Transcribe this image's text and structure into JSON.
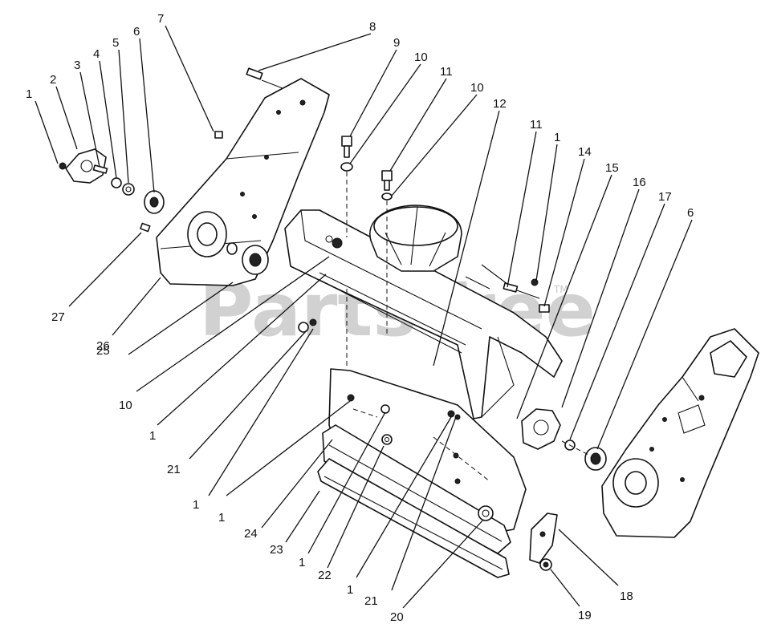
{
  "watermark": {
    "text": "PartsTree",
    "trademark": "TM"
  },
  "callouts": [
    {
      "id": "c1a",
      "label": "1"
    },
    {
      "id": "c2",
      "label": "2"
    },
    {
      "id": "c3",
      "label": "3"
    },
    {
      "id": "c4",
      "label": "4"
    },
    {
      "id": "c5",
      "label": "5"
    },
    {
      "id": "c6a",
      "label": "6"
    },
    {
      "id": "c7",
      "label": "7"
    },
    {
      "id": "c8",
      "label": "8"
    },
    {
      "id": "c9",
      "label": "9"
    },
    {
      "id": "c10a",
      "label": "10"
    },
    {
      "id": "c11a",
      "label": "11"
    },
    {
      "id": "c10b",
      "label": "10"
    },
    {
      "id": "c12",
      "label": "12"
    },
    {
      "id": "c11b",
      "label": "11"
    },
    {
      "id": "c1b",
      "label": "1"
    },
    {
      "id": "c14",
      "label": "14"
    },
    {
      "id": "c15",
      "label": "15"
    },
    {
      "id": "c16",
      "label": "16"
    },
    {
      "id": "c17",
      "label": "17"
    },
    {
      "id": "c6b",
      "label": "6"
    },
    {
      "id": "c27",
      "label": "27"
    },
    {
      "id": "c26",
      "label": "26"
    },
    {
      "id": "c25",
      "label": "25"
    },
    {
      "id": "c10c",
      "label": "10"
    },
    {
      "id": "c1c",
      "label": "1"
    },
    {
      "id": "c21a",
      "label": "21"
    },
    {
      "id": "c1d",
      "label": "1"
    },
    {
      "id": "c1e",
      "label": "1"
    },
    {
      "id": "c24",
      "label": "24"
    },
    {
      "id": "c23",
      "label": "23"
    },
    {
      "id": "c1f",
      "label": "1"
    },
    {
      "id": "c22",
      "label": "22"
    },
    {
      "id": "c1g",
      "label": "1"
    },
    {
      "id": "c21b",
      "label": "21"
    },
    {
      "id": "c20",
      "label": "20"
    },
    {
      "id": "c18",
      "label": "18"
    },
    {
      "id": "c19",
      "label": "19"
    }
  ]
}
